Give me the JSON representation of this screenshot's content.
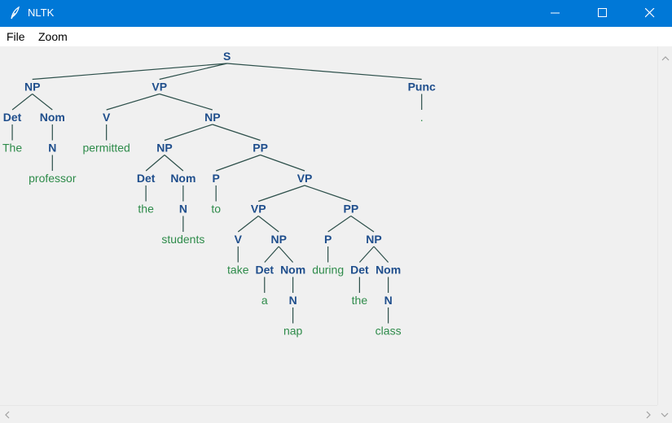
{
  "window": {
    "title": "NLTK"
  },
  "menu": {
    "items": [
      "File",
      "Zoom"
    ]
  },
  "tree": {
    "label": "S",
    "children": [
      {
        "label": "NP",
        "children": [
          {
            "label": "Det",
            "children": [
              {
                "leaf": "The"
              }
            ]
          },
          {
            "label": "Nom",
            "children": [
              {
                "label": "N",
                "children": [
                  {
                    "leaf": "professor"
                  }
                ]
              }
            ]
          }
        ]
      },
      {
        "label": "VP",
        "children": [
          {
            "label": "V",
            "children": [
              {
                "leaf": "permitted"
              }
            ]
          },
          {
            "label": "NP",
            "children": [
              {
                "label": "NP",
                "children": [
                  {
                    "label": "Det",
                    "children": [
                      {
                        "leaf": "the"
                      }
                    ]
                  },
                  {
                    "label": "Nom",
                    "children": [
                      {
                        "label": "N",
                        "children": [
                          {
                            "leaf": "students"
                          }
                        ]
                      }
                    ]
                  }
                ]
              },
              {
                "label": "PP",
                "children": [
                  {
                    "label": "P",
                    "children": [
                      {
                        "leaf": "to"
                      }
                    ]
                  },
                  {
                    "label": "VP",
                    "children": [
                      {
                        "label": "VP",
                        "children": [
                          {
                            "label": "V",
                            "children": [
                              {
                                "leaf": "take"
                              }
                            ]
                          },
                          {
                            "label": "NP",
                            "children": [
                              {
                                "label": "Det",
                                "children": [
                                  {
                                    "leaf": "a"
                                  }
                                ]
                              },
                              {
                                "label": "Nom",
                                "children": [
                                  {
                                    "label": "N",
                                    "children": [
                                      {
                                        "leaf": "nap"
                                      }
                                    ]
                                  }
                                ]
                              }
                            ]
                          }
                        ]
                      },
                      {
                        "label": "PP",
                        "children": [
                          {
                            "label": "P",
                            "children": [
                              {
                                "leaf": "during"
                              }
                            ]
                          },
                          {
                            "label": "NP",
                            "children": [
                              {
                                "label": "Det",
                                "children": [
                                  {
                                    "leaf": "the"
                                  }
                                ]
                              },
                              {
                                "label": "Nom",
                                "children": [
                                  {
                                    "label": "N",
                                    "children": [
                                      {
                                        "leaf": "class"
                                      }
                                    ]
                                  }
                                ]
                              }
                            ]
                          }
                        ]
                      }
                    ]
                  }
                ]
              }
            ]
          }
        ]
      },
      {
        "label": "Punc",
        "children": [
          {
            "leaf": "."
          }
        ]
      }
    ]
  },
  "colors": {
    "titlebar": "#0078d7",
    "nonterminal": "#1f4e8c",
    "leaf": "#2e8b4a",
    "edge": "#2c4f4a"
  },
  "icons": {
    "app": "feather-icon",
    "minimize": "minimize-icon",
    "maximize": "maximize-icon",
    "close": "close-icon"
  }
}
